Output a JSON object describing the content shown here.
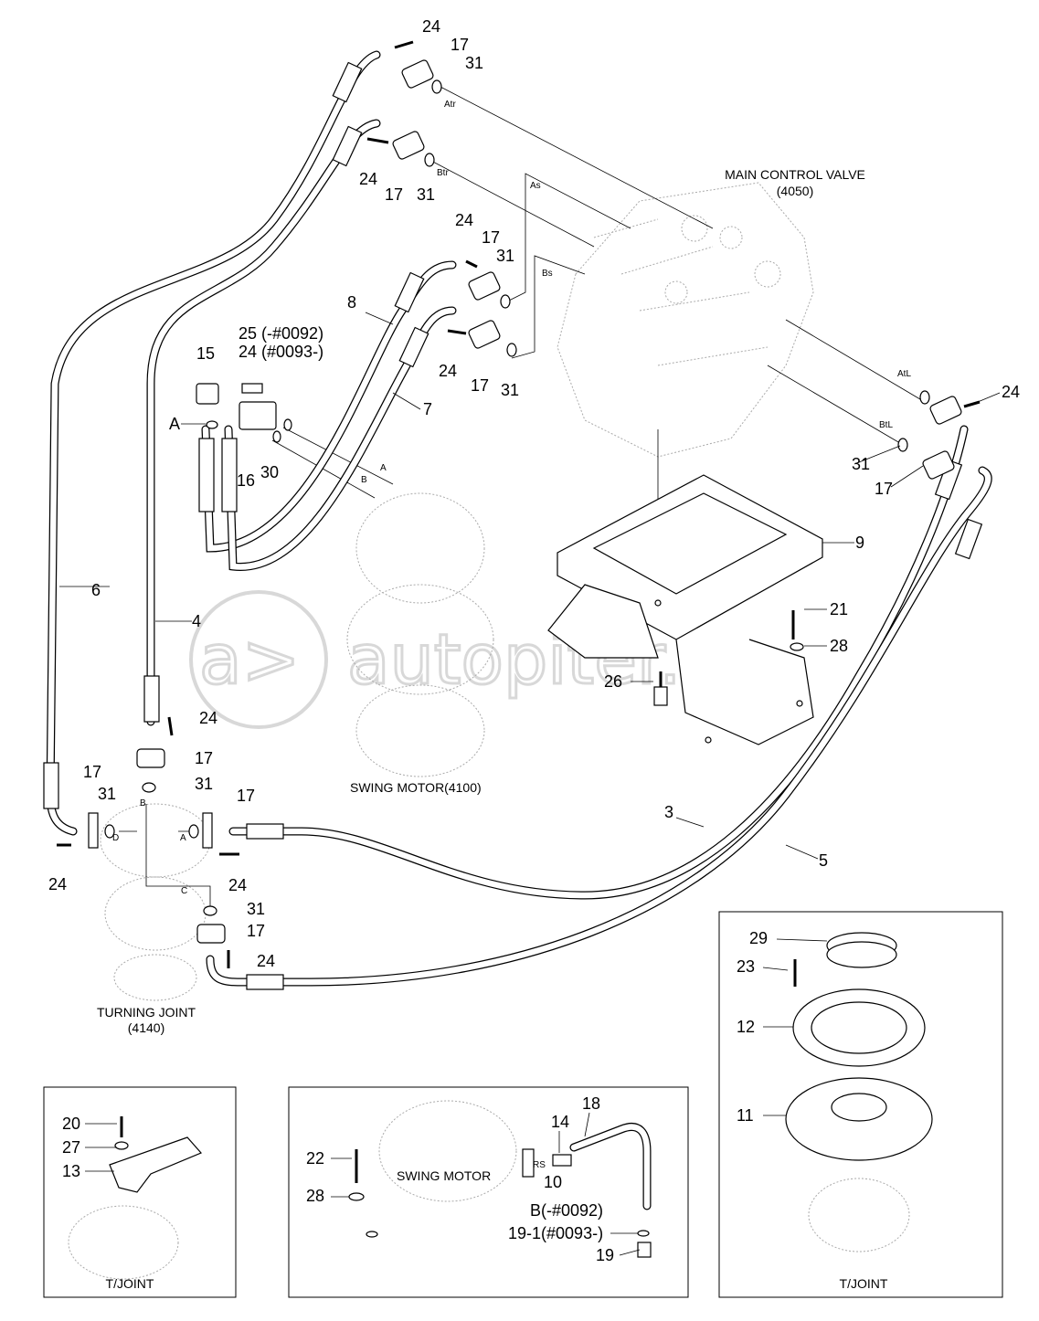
{
  "captions": {
    "main_control_valve": "MAIN CONTROL VALVE",
    "main_control_valve_code": "(4050)",
    "swing_motor_main": "SWING MOTOR(4100)",
    "turning_joint": "TURNING JOINT",
    "turning_joint_code": "(4140)",
    "detail_tjoint_left": "T/JOINT",
    "detail_swing_motor": "SWING MOTOR",
    "detail_tjoint_right": "T/JOINT"
  },
  "watermark": "autopiter.ru",
  "port_labels": {
    "atr": "Atr",
    "btr": "Btr",
    "as": "As",
    "bs": "Bs",
    "atl": "AtL",
    "btl": "BtL",
    "a": "A",
    "b": "B",
    "c": "C",
    "d": "D",
    "rs": "RS"
  },
  "callouts": {
    "c24_top": "24",
    "c17_top": "17",
    "c31_top": "31",
    "c24_b": "24",
    "c17_b": "17",
    "c31_b": "31",
    "c24_c": "24",
    "c17_c": "17",
    "c31_c": "31",
    "c24_d": "24",
    "c17_d": "17",
    "c31_d": "31",
    "c8": "8",
    "c7": "7",
    "c25": "25 (-#0092)",
    "c24_0093": "24 (#0093-)",
    "c15": "15",
    "cA": "A",
    "c16": "16",
    "c30": "30",
    "c24_right": "24",
    "c31_right": "31",
    "c17_right": "17",
    "c9": "9",
    "c21": "21",
    "c28_main": "28",
    "c26": "26",
    "c6": "6",
    "c4": "4",
    "c24_left_mid": "24",
    "c17_left_mid": "17",
    "c31_left_mid": "31",
    "c17_left": "17",
    "c31_left": "31",
    "c24_left_bot": "24",
    "c17_tj": "17",
    "c24_tj": "24",
    "c31_tj_low": "31",
    "c17_tj_low": "17",
    "c24_tj_low": "24",
    "c3": "3",
    "c5": "5",
    "c29": "29",
    "c23": "23",
    "c12": "12",
    "c11": "11",
    "c20": "20",
    "c27": "27",
    "c13": "13",
    "c22": "22",
    "c28_detail": "28",
    "c18": "18",
    "c14": "14",
    "c10": "10",
    "cB0092": "B(-#0092)",
    "c19_1": "19-1(#0093-)",
    "c19": "19"
  }
}
